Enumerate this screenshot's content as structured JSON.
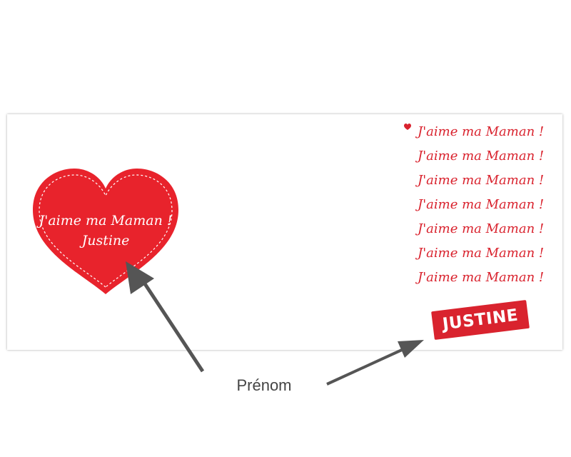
{
  "colors": {
    "heart_red": "#e8232c",
    "text_red": "#d9232e",
    "arrow_gray": "#555555",
    "caption_gray": "#444444",
    "card_background": "#ffffff"
  },
  "icons": {
    "big_heart": "heart-icon",
    "small_heart": "small-heart-icon",
    "arrows": "arrow-icon"
  },
  "heart": {
    "line1": "J'aime ma Maman !",
    "line2": "Justine"
  },
  "repeated_lines": [
    "J'aime ma Maman !",
    "J'aime ma Maman !",
    "J'aime ma Maman !",
    "J'aime ma Maman !",
    "J'aime ma Maman !",
    "J'aime ma Maman !",
    "J'aime ma Maman !"
  ],
  "stamp": {
    "text": "JUSTINE"
  },
  "caption": {
    "text": "Prénom"
  }
}
